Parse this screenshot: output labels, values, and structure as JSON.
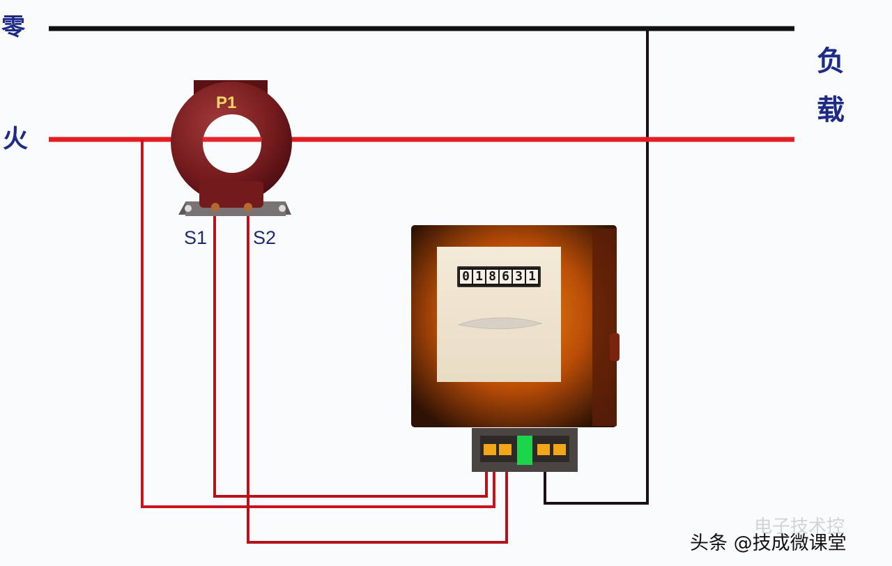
{
  "labels": {
    "neutral": "零",
    "live": "火",
    "load_line1": "负",
    "load_line2": "载"
  },
  "current_transformer": {
    "label": "P1",
    "terminal_s1": "S1",
    "terminal_s2": "S2"
  },
  "energy_meter": {
    "digits": [
      "0",
      "1",
      "8",
      "6",
      "3",
      "1"
    ]
  },
  "watermark": {
    "text": "头条 @技成微课堂",
    "faint_text": "电子技术控"
  },
  "colors": {
    "neutral_wire": "#111111",
    "live_wire": "#e31b23",
    "meter_wiring": "#b5121b",
    "label_text": "#1d2a86",
    "ct_body": "#7b1b1f",
    "meter_body": "#b85307"
  }
}
